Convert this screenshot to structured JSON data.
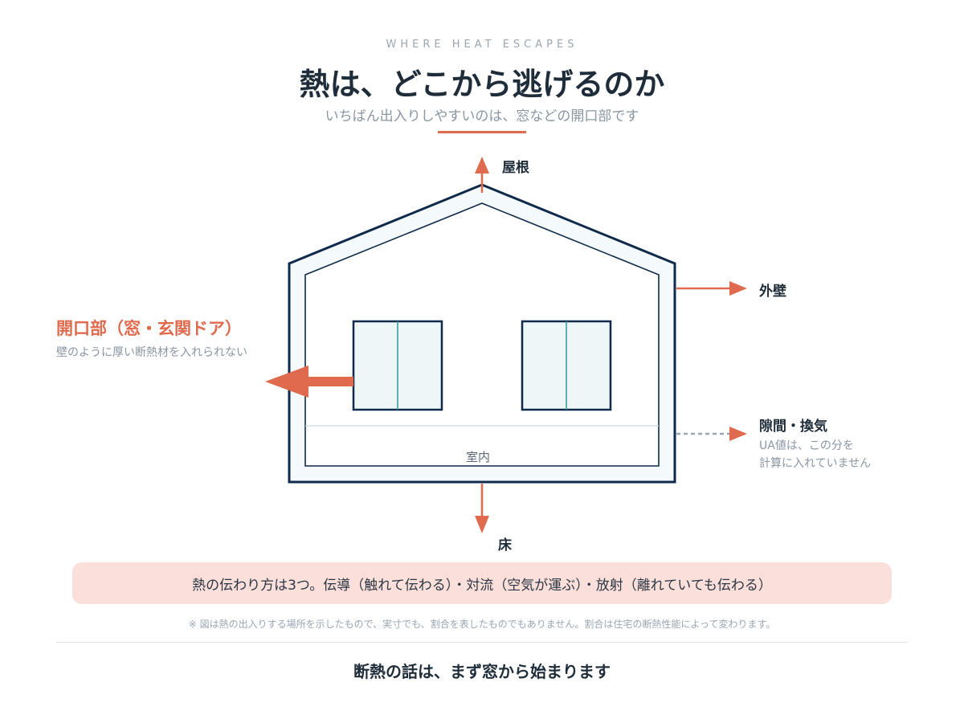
{
  "header": {
    "eyebrow": "WHERE HEAT ESCAPES",
    "title": "熱は、どこから逃げるのか",
    "subtitle": "いちばん出入りしやすいのは、窓などの開口部です"
  },
  "diagram": {
    "roof_label": "屋根",
    "wall_label": "外壁",
    "floor_label": "床",
    "interior_label": "室内",
    "openings": {
      "title": "開口部（窓・玄関ドア）",
      "desc": "壁のように厚い断熱材を入れられない"
    },
    "gaps": {
      "title": "隙間・換気",
      "desc_line1": "UA値は、この分を",
      "desc_line2": "計算に入れていません"
    },
    "colors": {
      "accent": "#e06a4e",
      "outline": "#0f2a4a",
      "window_fill": "#eef6f8",
      "window_divider": "#2a9a9a",
      "wall_fill": "#f4f9fb"
    }
  },
  "note": "熱の伝わり方は3つ。伝導（触れて伝わる）・対流（空気が運ぶ）・放射（離れていても伝わる）",
  "footnote": "※ 図は熱の出入りする場所を示したもので、実寸でも、割合を表したものでもありません。割合は住宅の断熱性能によって変わります。",
  "tagline": "断熱の話は、まず窓から始まります"
}
